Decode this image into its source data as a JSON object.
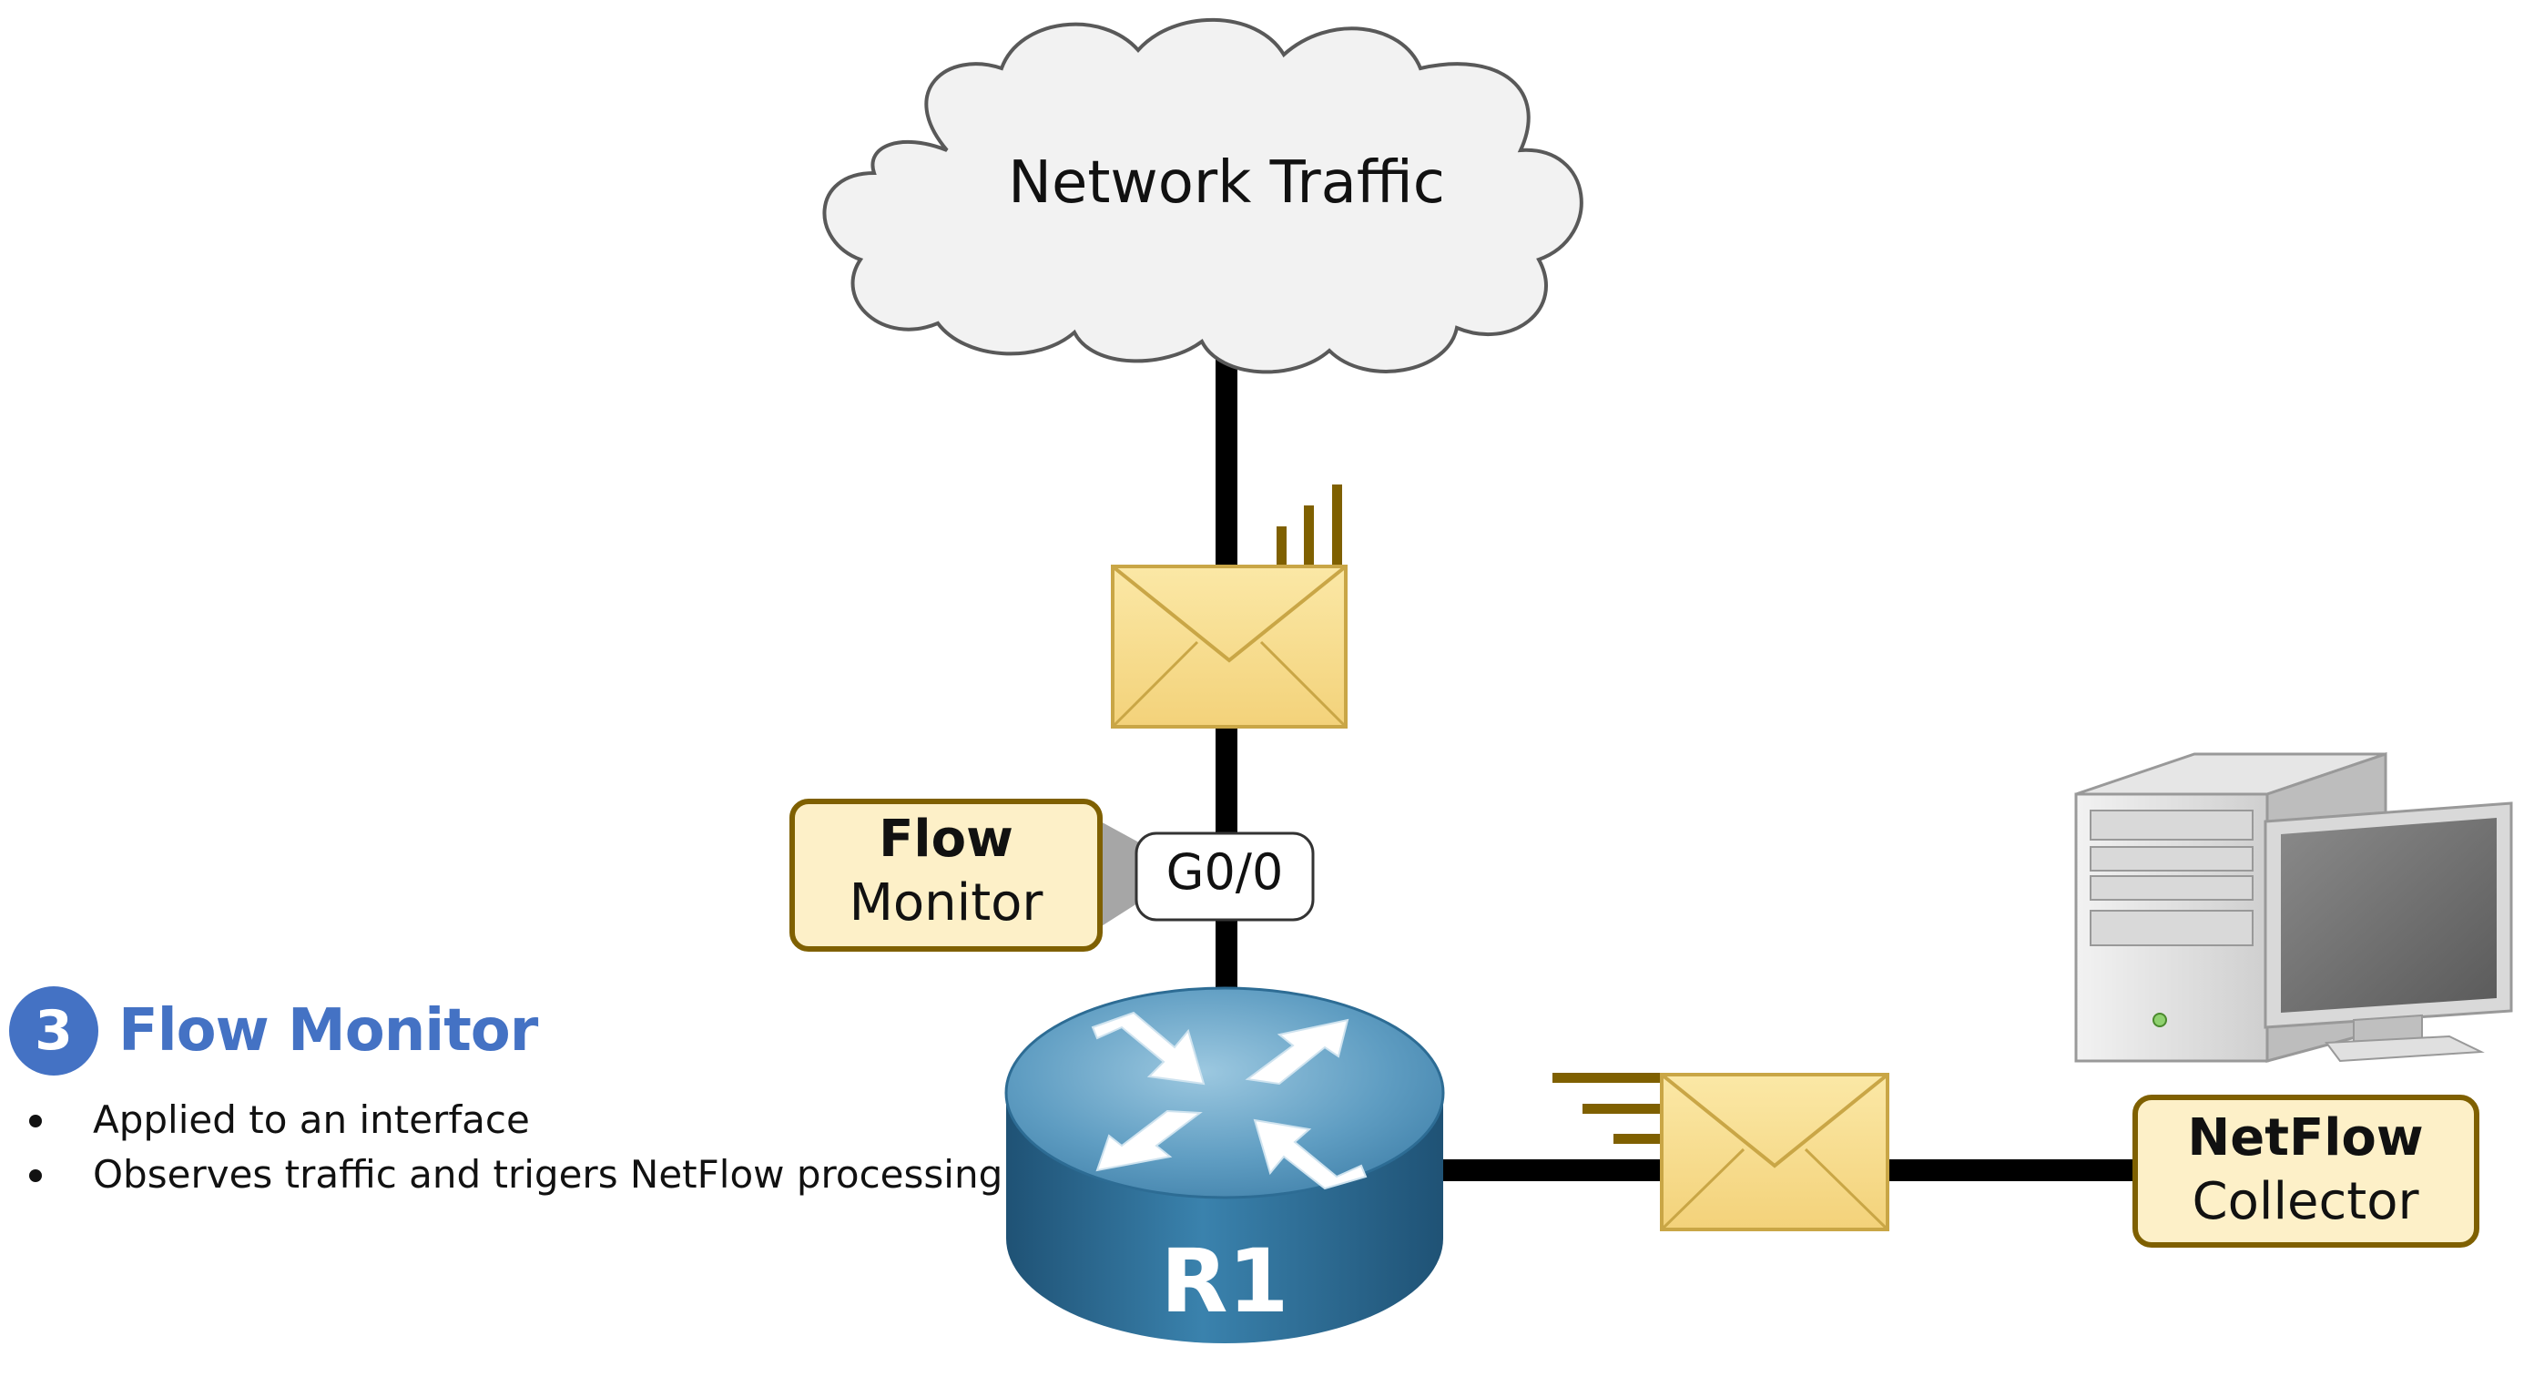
{
  "diagram": {
    "cloud_label": "Network Traffic",
    "interface_label": "G0/0",
    "router_label": "R1",
    "flow_monitor_box": {
      "line1": "Flow",
      "line2": "Monitor"
    },
    "collector_box": {
      "line1": "NetFlow",
      "line2": "Collector"
    }
  },
  "legend": {
    "step_number": "3",
    "title": "Flow Monitor",
    "bullets": [
      "Applied to an interface",
      "Observes traffic and trigers NetFlow processing"
    ]
  },
  "colors": {
    "accent_blue": "#4472c4",
    "box_fill": "#fdf0c8",
    "box_border": "#7f6000",
    "envelope_fill": "#f7dc8c",
    "router_top": "#6aa3c4",
    "router_side": "#2d6c94",
    "link": "#000000",
    "cloud_fill": "#f2f2f2"
  }
}
